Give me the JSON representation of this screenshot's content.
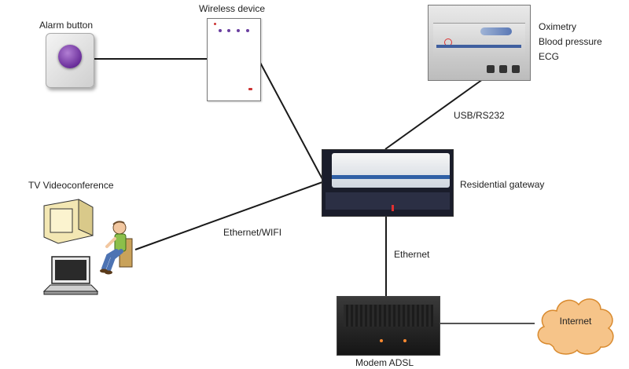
{
  "labels": {
    "alarm_button": "Alarm button",
    "wireless_device": "Wireless device",
    "monitor_line1": "Oximetry",
    "monitor_line2": "Blood pressure",
    "monitor_line3": "ECG",
    "usb_link": "USB/RS232",
    "residential_gateway": "Residential gateway",
    "tv_videoconference": "TV Videoconference",
    "ethernet_wifi_link": "Ethernet/WIFI",
    "ethernet_link": "Ethernet",
    "modem": "Modem ADSL",
    "internet": "Internet"
  },
  "colors": {
    "line": "#1a1a1a",
    "cloud_fill": "#f6c489",
    "cloud_stroke": "#d98a2e",
    "alarm_knob": "#6a2e9a",
    "gateway_stripe": "#2f5fa5"
  },
  "icons": {
    "alarm": "alarm-button-icon",
    "wireless": "wireless-device-icon",
    "monitor": "vital-signs-monitor-icon",
    "gateway": "residential-gateway-icon",
    "tv": "tv-icon",
    "laptop": "laptop-icon",
    "person": "patient-person-icon",
    "modem": "adsl-modem-icon",
    "cloud": "internet-cloud-icon"
  }
}
